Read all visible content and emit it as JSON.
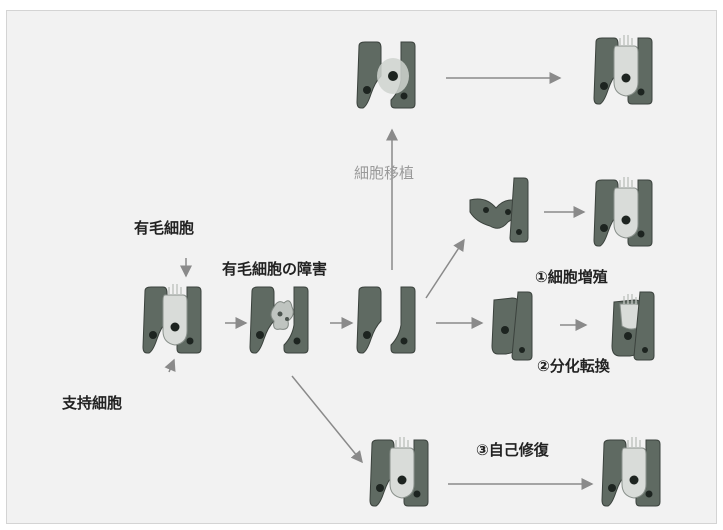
{
  "labels": {
    "hair_cell": "有毛細胞",
    "hair_cell_damage": "有毛細胞の障害",
    "supporting_cell": "支持細胞",
    "cell_transplant": "細胞移植",
    "cell_proliferation": "①細胞増殖",
    "transdifferentiation": "②分化転換",
    "self_repair": "③自己修復"
  },
  "colors": {
    "cell_fill": "#5f6a62",
    "hair_cell_fill": "#d9dcd9",
    "nucleus": "#1d2420",
    "arrow": "#8a8a8a",
    "background": "#f2f2f2"
  }
}
